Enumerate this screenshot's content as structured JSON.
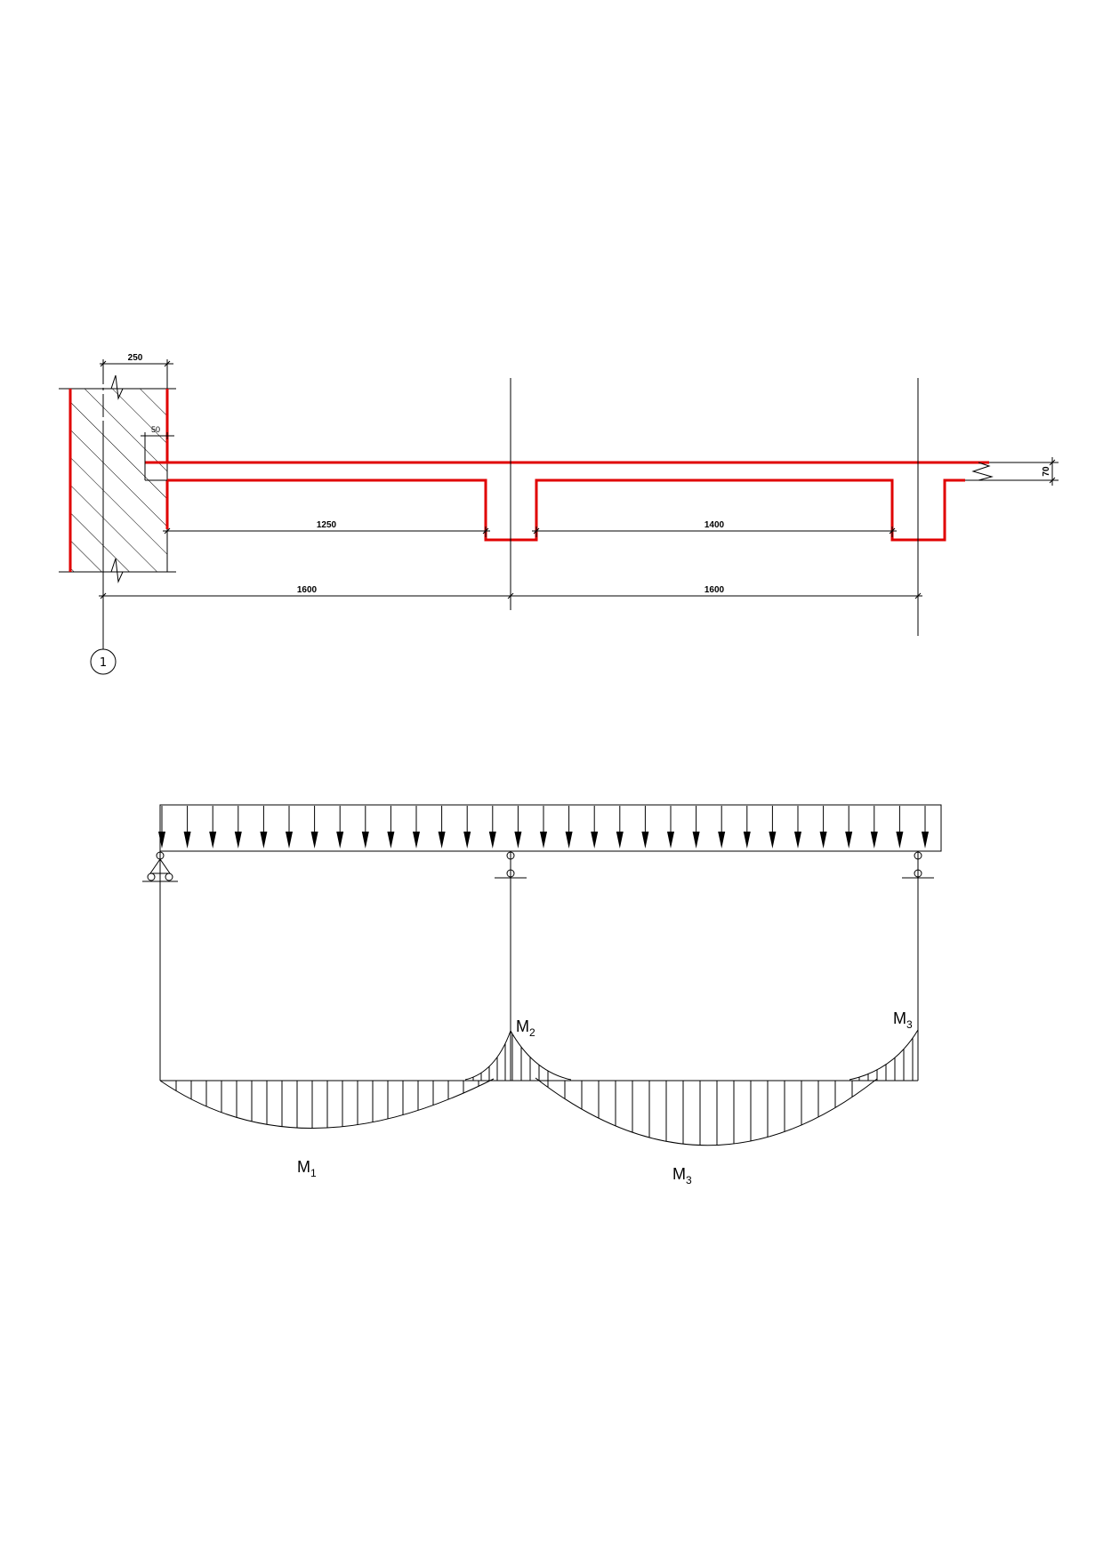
{
  "section": {
    "dims": {
      "wall_width": "250",
      "offset": "50",
      "thickness": "70",
      "clear_span_1": "1250",
      "clear_span_2": "1400",
      "span_1": "1600",
      "span_2": "1600"
    },
    "axis_label": "1"
  },
  "moment_diagram": {
    "labels": {
      "m1": {
        "main": "M",
        "sub": "1"
      },
      "m2": {
        "main": "M",
        "sub": "2"
      },
      "m3_support": {
        "main": "M",
        "sub": "3"
      },
      "m3_span": {
        "main": "M",
        "sub": "3"
      }
    }
  },
  "colors": {
    "outline": "#e00000",
    "lines": "#000000"
  }
}
